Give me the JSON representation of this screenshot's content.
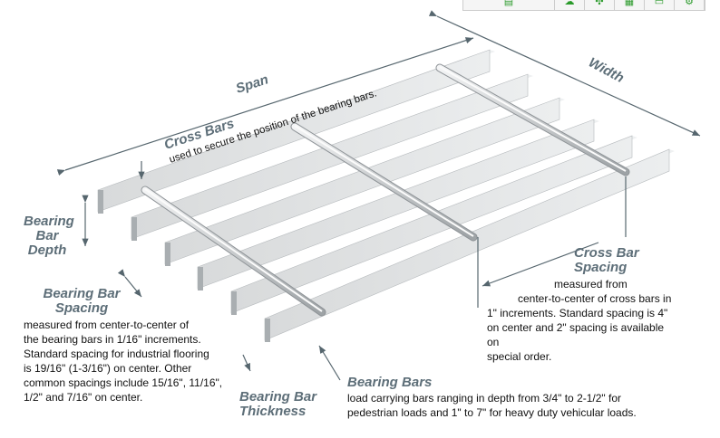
{
  "toolbar": {
    "icons": [
      "document-icon",
      "cloud-icon",
      "puzzle-icon",
      "grid-icon",
      "window-icon",
      "gear-icon"
    ],
    "accent": "#2a9a2a"
  },
  "labels": {
    "span": "Span",
    "width": "Width",
    "cross_bars": "Cross Bars",
    "cross_bars_desc": "used to secure the position of the bearing bars.",
    "bearing_bar_depth": [
      "Bearing",
      "Bar",
      "Depth"
    ],
    "bearing_bar_spacing": [
      "Bearing Bar",
      "Spacing"
    ],
    "bearing_bar_spacing_desc": [
      "measured from center-to-center of",
      "the bearing bars in 1/16\" increments.",
      "Standard spacing for industrial flooring",
      "is 19/16\" (1-3/16\") on center.  Other",
      "common spacings include 15/16\", 11/16\",",
      "1/2\" and 7/16\" on center."
    ],
    "cross_bar_spacing": [
      "Cross Bar",
      "Spacing"
    ],
    "cross_bar_spacing_desc": [
      "measured from",
      "center-to-center of cross bars in",
      "1\" increments. Standard spacing is 4\"",
      "on center and 2\" spacing is available on",
      "special order."
    ],
    "bearing_bar_thickness": [
      "Bearing Bar",
      "Thickness"
    ],
    "bearing_bars": "Bearing Bars",
    "bearing_bars_desc": [
      "load carrying bars ranging in depth from 3/4\" to 2-1/2\" for",
      "pedestrian loads and 1\" to 7\" for heavy duty vehicular loads."
    ]
  },
  "colors": {
    "label": "#5d6e78",
    "steel": "#c9ccce",
    "line": "#56666e"
  }
}
